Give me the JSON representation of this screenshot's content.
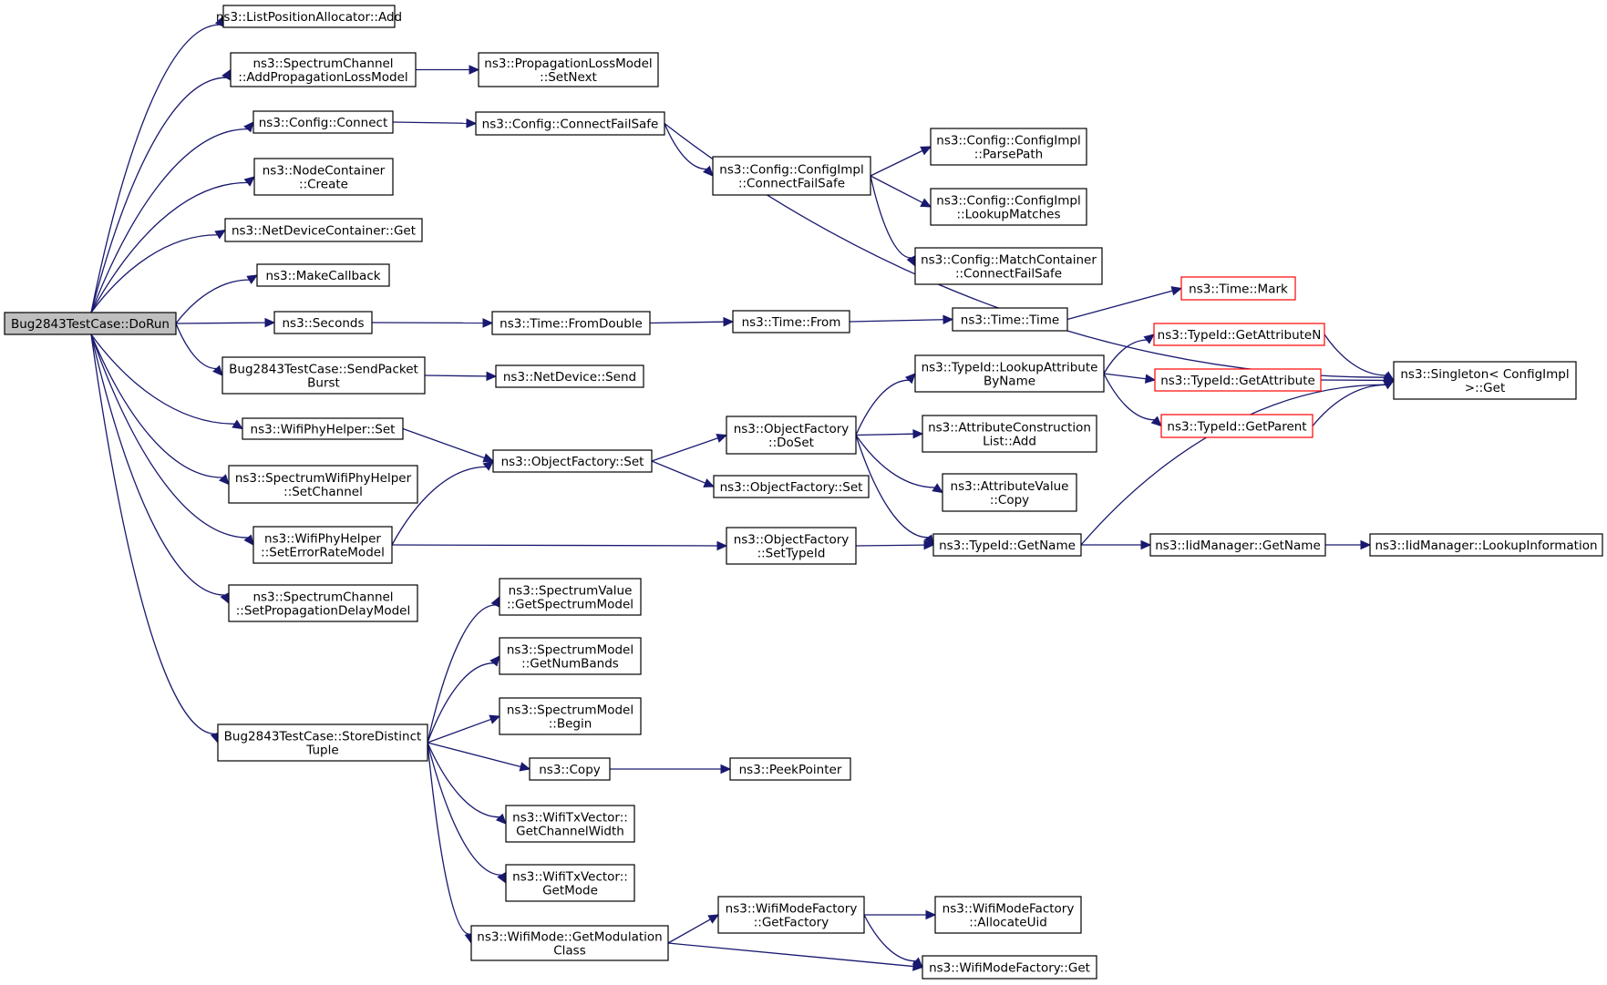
{
  "graph": {
    "colors": {
      "edge": "#191970",
      "root_fill": "#bfbfbf",
      "box_stroke": "#000000",
      "highlight_stroke": "#ff0000"
    },
    "nodes": [
      {
        "id": "dorun",
        "lines": [
          "Bug2843TestCase::DoRun"
        ],
        "style": "root"
      },
      {
        "id": "lpa_add",
        "lines": [
          "ns3::ListPositionAllocator::Add"
        ]
      },
      {
        "id": "sc_addplm",
        "lines": [
          "ns3::SpectrumChannel",
          "::AddPropagationLossModel"
        ]
      },
      {
        "id": "plm_setnext",
        "lines": [
          "ns3::PropagationLossModel",
          "::SetNext"
        ]
      },
      {
        "id": "cfg_connect",
        "lines": [
          "ns3::Config::Connect"
        ]
      },
      {
        "id": "cfg_cfs",
        "lines": [
          "ns3::Config::ConnectFailSafe"
        ]
      },
      {
        "id": "cfgimpl_cfs",
        "lines": [
          "ns3::Config::ConfigImpl",
          "::ConnectFailSafe"
        ]
      },
      {
        "id": "cfgimpl_parse",
        "lines": [
          "ns3::Config::ConfigImpl",
          "::ParsePath"
        ]
      },
      {
        "id": "cfgimpl_lookup",
        "lines": [
          "ns3::Config::ConfigImpl",
          "::LookupMatches"
        ]
      },
      {
        "id": "mc_cfs",
        "lines": [
          "ns3::Config::MatchContainer",
          "::ConnectFailSafe"
        ]
      },
      {
        "id": "nc_create",
        "lines": [
          "ns3::NodeContainer",
          "::Create"
        ]
      },
      {
        "id": "ndc_get",
        "lines": [
          "ns3::NetDeviceContainer::Get"
        ]
      },
      {
        "id": "makecb",
        "lines": [
          "ns3::MakeCallback"
        ]
      },
      {
        "id": "seconds",
        "lines": [
          "ns3::Seconds"
        ]
      },
      {
        "id": "time_fromdouble",
        "lines": [
          "ns3::Time::FromDouble"
        ]
      },
      {
        "id": "time_from",
        "lines": [
          "ns3::Time::From"
        ]
      },
      {
        "id": "time_time",
        "lines": [
          "ns3::Time::Time"
        ]
      },
      {
        "id": "time_mark",
        "lines": [
          "ns3::Time::Mark"
        ],
        "style": "red"
      },
      {
        "id": "sendpb",
        "lines": [
          "Bug2843TestCase::SendPacket",
          "Burst"
        ]
      },
      {
        "id": "nd_send",
        "lines": [
          "ns3::NetDevice::Send"
        ]
      },
      {
        "id": "wph_set",
        "lines": [
          "ns3::WifiPhyHelper::Set"
        ]
      },
      {
        "id": "of_set",
        "lines": [
          "ns3::ObjectFactory::Set"
        ]
      },
      {
        "id": "of_doset",
        "lines": [
          "ns3::ObjectFactory",
          "::DoSet"
        ]
      },
      {
        "id": "of_set2",
        "lines": [
          "ns3::ObjectFactory::Set"
        ]
      },
      {
        "id": "tid_lookup",
        "lines": [
          "ns3::TypeId::LookupAttribute",
          "ByName"
        ]
      },
      {
        "id": "tid_getattrn",
        "lines": [
          "ns3::TypeId::GetAttributeN"
        ],
        "style": "red"
      },
      {
        "id": "tid_getattr",
        "lines": [
          "ns3::TypeId::GetAttribute"
        ],
        "style": "red"
      },
      {
        "id": "tid_getparent",
        "lines": [
          "ns3::TypeId::GetParent"
        ],
        "style": "red"
      },
      {
        "id": "singleton_get",
        "lines": [
          "ns3::Singleton< ConfigImpl",
          ">::Get"
        ]
      },
      {
        "id": "acl_add",
        "lines": [
          "ns3::AttributeConstruction",
          "List::Add"
        ]
      },
      {
        "id": "av_copy",
        "lines": [
          "ns3::AttributeValue",
          "::Copy"
        ]
      },
      {
        "id": "swph_setchannel",
        "lines": [
          "ns3::SpectrumWifiPhyHelper",
          "::SetChannel"
        ]
      },
      {
        "id": "wph_seterm",
        "lines": [
          "ns3::WifiPhyHelper",
          "::SetErrorRateModel"
        ]
      },
      {
        "id": "of_settypeid",
        "lines": [
          "ns3::ObjectFactory",
          "::SetTypeId"
        ]
      },
      {
        "id": "tid_getname",
        "lines": [
          "ns3::TypeId::GetName"
        ]
      },
      {
        "id": "iid_getname",
        "lines": [
          "ns3::IidManager::GetName"
        ]
      },
      {
        "id": "iid_lookupinfo",
        "lines": [
          "ns3::IidManager::LookupInformation"
        ]
      },
      {
        "id": "sc_setpdm",
        "lines": [
          "ns3::SpectrumChannel",
          "::SetPropagationDelayModel"
        ]
      },
      {
        "id": "sv_getsm",
        "lines": [
          "ns3::SpectrumValue",
          "::GetSpectrumModel"
        ]
      },
      {
        "id": "sm_getnb",
        "lines": [
          "ns3::SpectrumModel",
          "::GetNumBands"
        ]
      },
      {
        "id": "sm_begin",
        "lines": [
          "ns3::SpectrumModel",
          "::Begin"
        ]
      },
      {
        "id": "storedt",
        "lines": [
          "Bug2843TestCase::StoreDistinct",
          "Tuple"
        ]
      },
      {
        "id": "copy",
        "lines": [
          "ns3::Copy"
        ]
      },
      {
        "id": "peekptr",
        "lines": [
          "ns3::PeekPointer"
        ]
      },
      {
        "id": "wtv_getcw",
        "lines": [
          "ns3::WifiTxVector::",
          "GetChannelWidth"
        ]
      },
      {
        "id": "wtv_getmode",
        "lines": [
          "ns3::WifiTxVector::",
          "GetMode"
        ]
      },
      {
        "id": "wm_getmc",
        "lines": [
          "ns3::WifiMode::GetModulation",
          "Class"
        ]
      },
      {
        "id": "wmf_getfactory",
        "lines": [
          "ns3::WifiModeFactory",
          "::GetFactory"
        ]
      },
      {
        "id": "wmf_alloc",
        "lines": [
          "ns3::WifiModeFactory",
          "::AllocateUid"
        ]
      },
      {
        "id": "wmf_get",
        "lines": [
          "ns3::WifiModeFactory::Get"
        ]
      }
    ],
    "edges": [
      [
        "dorun",
        "lpa_add"
      ],
      [
        "dorun",
        "sc_addplm"
      ],
      [
        "dorun",
        "cfg_connect"
      ],
      [
        "dorun",
        "nc_create"
      ],
      [
        "dorun",
        "ndc_get"
      ],
      [
        "dorun",
        "makecb"
      ],
      [
        "dorun",
        "seconds"
      ],
      [
        "dorun",
        "sendpb"
      ],
      [
        "dorun",
        "wph_set"
      ],
      [
        "dorun",
        "swph_setchannel"
      ],
      [
        "dorun",
        "wph_seterm"
      ],
      [
        "dorun",
        "sc_setpdm"
      ],
      [
        "dorun",
        "storedt"
      ],
      [
        "sc_addplm",
        "plm_setnext"
      ],
      [
        "cfg_connect",
        "cfg_cfs"
      ],
      [
        "cfg_cfs",
        "singleton_get"
      ],
      [
        "cfg_cfs",
        "cfgimpl_cfs"
      ],
      [
        "cfgimpl_cfs",
        "cfgimpl_parse"
      ],
      [
        "cfgimpl_cfs",
        "cfgimpl_lookup"
      ],
      [
        "cfgimpl_cfs",
        "mc_cfs"
      ],
      [
        "seconds",
        "time_fromdouble"
      ],
      [
        "time_fromdouble",
        "time_from"
      ],
      [
        "time_from",
        "time_time"
      ],
      [
        "time_time",
        "time_mark"
      ],
      [
        "sendpb",
        "nd_send"
      ],
      [
        "wph_set",
        "of_set"
      ],
      [
        "wph_seterm",
        "of_set"
      ],
      [
        "wph_seterm",
        "of_settypeid"
      ],
      [
        "of_set",
        "of_doset"
      ],
      [
        "of_set",
        "of_set2"
      ],
      [
        "of_doset",
        "tid_lookup"
      ],
      [
        "of_doset",
        "acl_add"
      ],
      [
        "of_doset",
        "av_copy"
      ],
      [
        "of_doset",
        "tid_getname"
      ],
      [
        "tid_lookup",
        "tid_getattrn"
      ],
      [
        "tid_lookup",
        "tid_getattr"
      ],
      [
        "tid_lookup",
        "tid_getparent"
      ],
      [
        "tid_getattrn",
        "singleton_get"
      ],
      [
        "tid_getattr",
        "singleton_get"
      ],
      [
        "tid_getparent",
        "singleton_get"
      ],
      [
        "of_settypeid",
        "tid_getname"
      ],
      [
        "tid_getname",
        "iid_getname"
      ],
      [
        "tid_getname",
        "singleton_get"
      ],
      [
        "iid_getname",
        "iid_lookupinfo"
      ],
      [
        "storedt",
        "sv_getsm"
      ],
      [
        "storedt",
        "sm_getnb"
      ],
      [
        "storedt",
        "sm_begin"
      ],
      [
        "storedt",
        "copy"
      ],
      [
        "storedt",
        "wtv_getcw"
      ],
      [
        "storedt",
        "wtv_getmode"
      ],
      [
        "storedt",
        "wm_getmc"
      ],
      [
        "copy",
        "peekptr"
      ],
      [
        "wm_getmc",
        "wmf_getfactory"
      ],
      [
        "wm_getmc",
        "wmf_get"
      ],
      [
        "wmf_getfactory",
        "wmf_alloc"
      ],
      [
        "wmf_getfactory",
        "wmf_get"
      ]
    ]
  }
}
